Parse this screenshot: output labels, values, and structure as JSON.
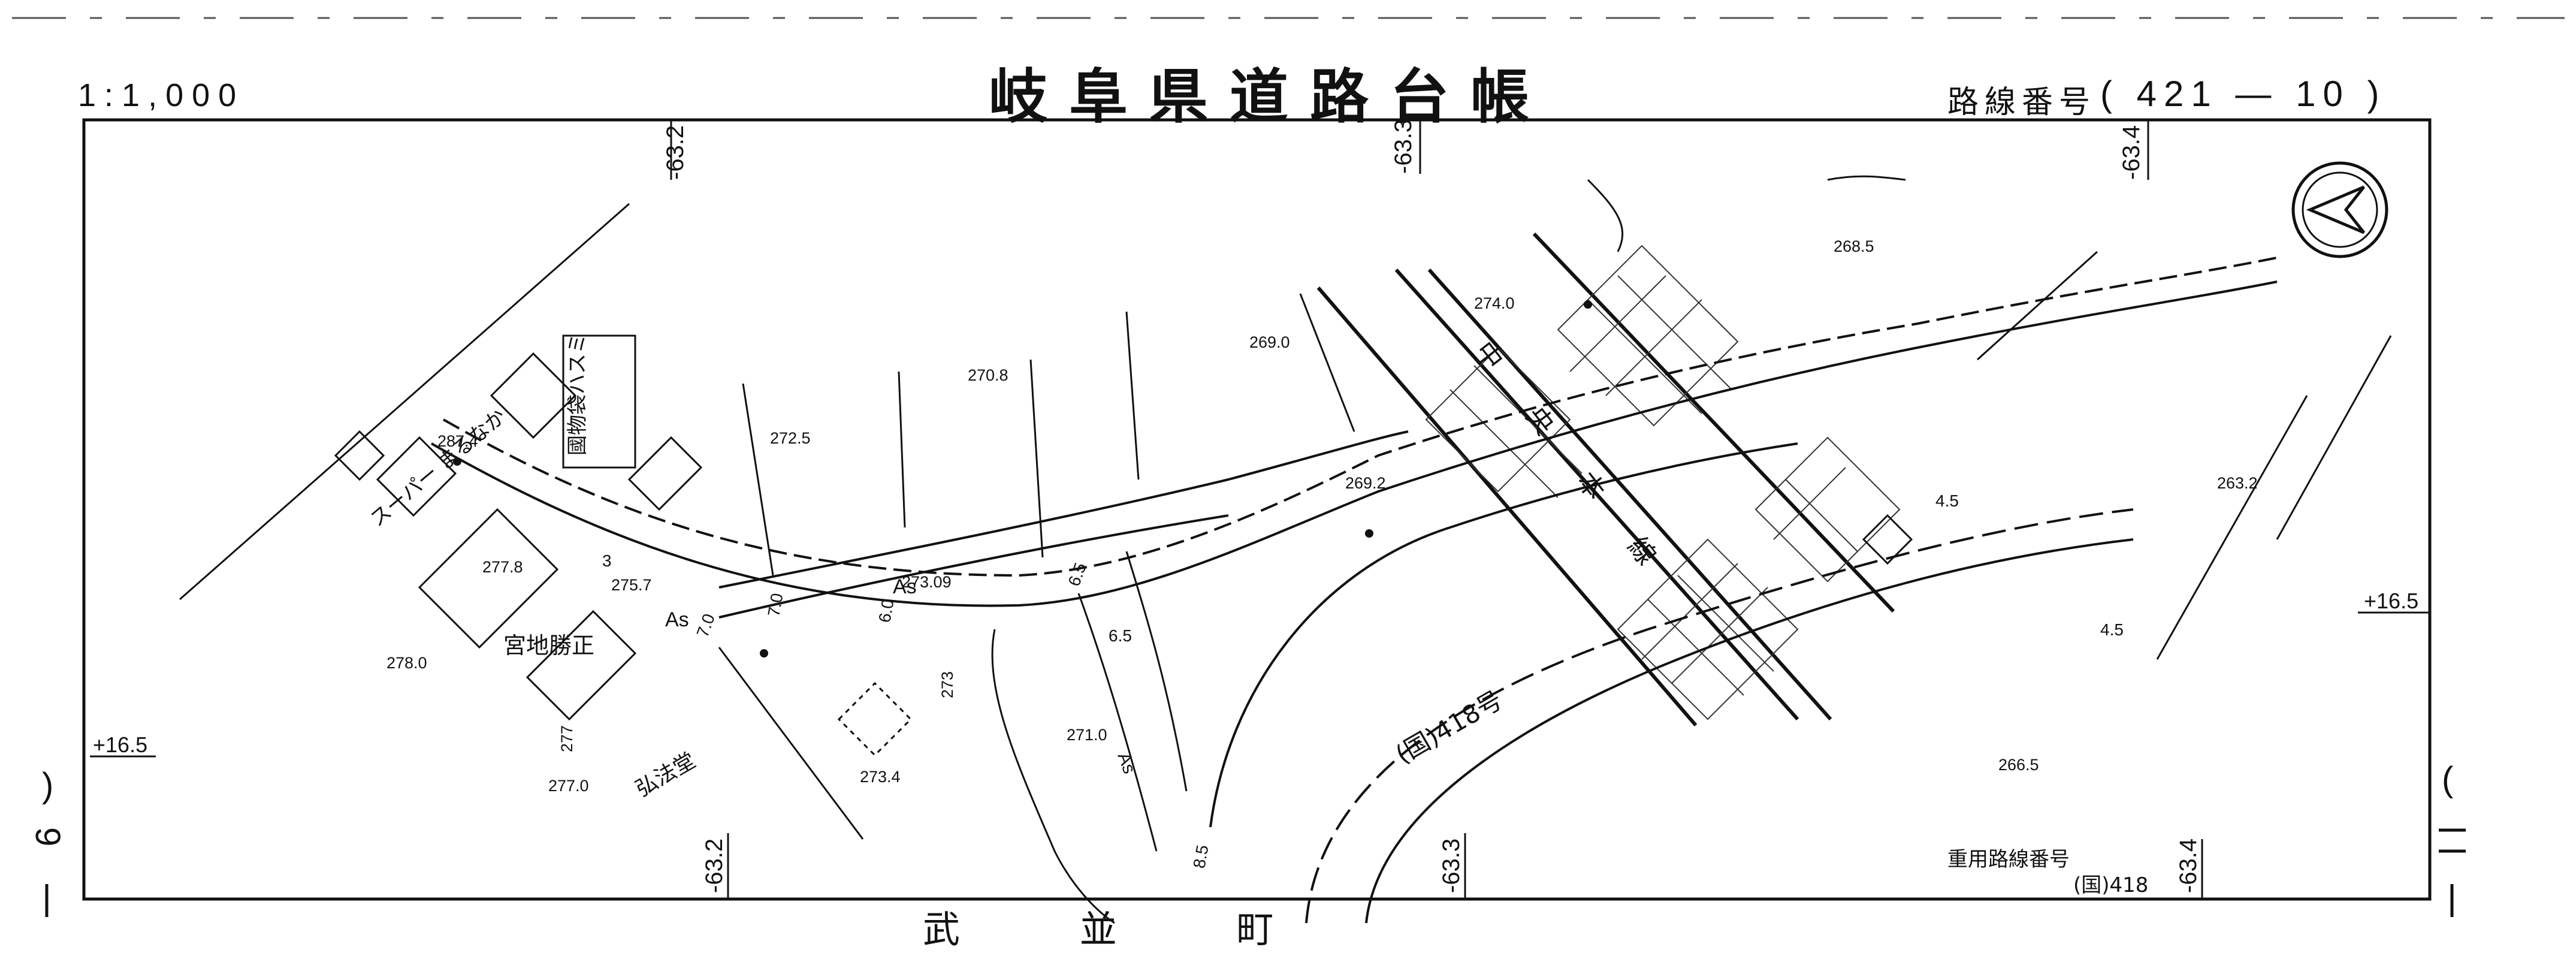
{
  "header": {
    "scale": "1:1,000",
    "title": "岐阜県道路台帳",
    "route_label": "路線番号",
    "route_number": "( 421 — 10 )"
  },
  "footer": {
    "town": "武 並 町",
    "overlap_label": "重用路線番号",
    "overlap_number": "(国)418"
  },
  "margin": {
    "left_page": "( 9 )",
    "right_page": "( 11 )"
  },
  "grid_labels": {
    "top": [
      "-63.2",
      "-63.3",
      "-63.4"
    ],
    "bottom": [
      "-63.2",
      "-63.3",
      "-63.4"
    ],
    "left": "+16.5",
    "right": "+16.5"
  },
  "elevations": [
    "268.5",
    "274.0",
    "269.0",
    "270.8",
    "272.5",
    "269.2",
    "287.4",
    "277.8",
    "275.7",
    "278.0",
    "273.09",
    "273",
    "273.4",
    "271.0",
    "277",
    "277.0",
    "263.2",
    "266.5"
  ],
  "labels": {
    "supermarket": "スーパー まるなか",
    "furniture_store": "國物袋ハスミ",
    "residence": "宮地勝正",
    "temple": "弘法堂",
    "railway": "中 央 本 線",
    "national_route": "(国)418号",
    "asphalt_1": "As",
    "asphalt_2": "As",
    "asphalt_3": "As",
    "road_widths": [
      "7.0",
      "7.0",
      "6.0",
      "6.5",
      "6.5",
      "8.5",
      "4.5",
      "4.5",
      "3"
    ]
  },
  "north_arrow": "north-arrow-icon"
}
